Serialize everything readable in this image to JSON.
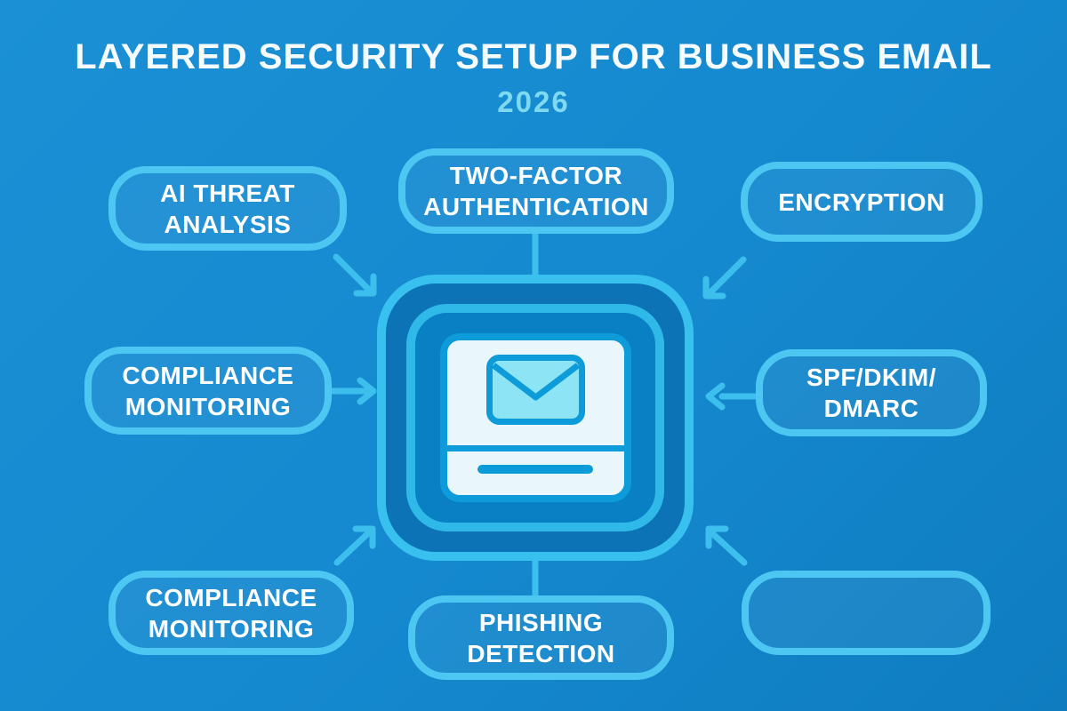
{
  "header": {
    "title": "LAYERED SECURITY SETUP FOR BUSINESS EMAIL",
    "year": "2026"
  },
  "nodes": {
    "ai_threat": {
      "label": "AI THREAT\nANALYSIS"
    },
    "two_factor": {
      "label": "TWO-FACTOR\nAUTHENTICATION"
    },
    "encryption": {
      "label": "ENCRYPTION"
    },
    "compliance_left": {
      "label": "COMPLIANCE\nMONITORING"
    },
    "spf_dkim_dmarc": {
      "label": "SPF/DKIM/\nDMARC"
    },
    "compliance_bottom": {
      "label": "COMPLIANCE\nMONITORING"
    },
    "phishing": {
      "label": "PHISHING\nDETECTION"
    },
    "empty": {
      "label": ""
    }
  },
  "center": {
    "icon": "email-inbox-icon"
  },
  "colors": {
    "background": "#1589cf",
    "title_color": "#f5fbfe",
    "year_color": "#7fd9ef",
    "node_border": "#4cc7f2",
    "connector": "#3dbfee",
    "hub_outer_border": "#38c0ee",
    "hub_outer_fill": "#0d73b7",
    "hub_inner_border": "#2fb9e9",
    "hub_inner_fill": "#0a80c4",
    "card_border": "#0d9bd9",
    "card_fill": "#e9f6fc",
    "envelope_fill": "#8ce4f4"
  }
}
